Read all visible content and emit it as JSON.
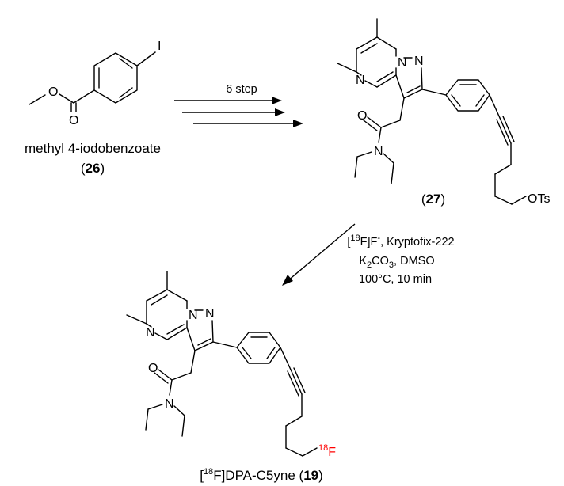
{
  "arrow_top": {
    "label": "6 step"
  },
  "compound_26": {
    "name": "methyl 4-iodobenzoate",
    "number": "26"
  },
  "compound_27": {
    "number": "27"
  },
  "compound_19": {
    "label_prefix": "[",
    "label_isotope": "18",
    "label_rest": "F]DPA-C5yne (",
    "number": "19",
    "label_end": ")"
  },
  "conditions": {
    "line1_prefix": "[",
    "line1_isotope": "18",
    "line1_f": "F]F",
    "line1_charge": "-",
    "line1_rest": ", Kryptofix-222",
    "line2_k": "K",
    "line2_sub2": "2",
    "line2_co": "CO",
    "line2_sub3": "3",
    "line2_rest": ", DMSO",
    "line3": "100°C, 10 min"
  },
  "atoms": {
    "I": "I",
    "O": "O",
    "N": "N",
    "OTs": "OTs",
    "F18_isotope": "18",
    "F18_symbol": "F"
  },
  "colors": {
    "radiolabel": "#ff0000",
    "ink": "#000000"
  }
}
